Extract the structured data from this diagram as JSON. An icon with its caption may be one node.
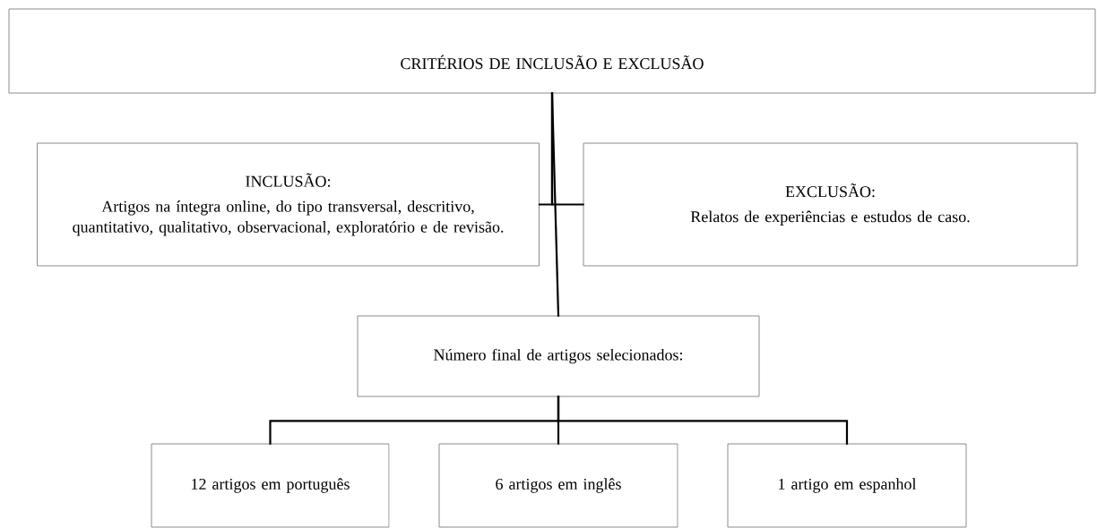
{
  "diagram": {
    "nodes": [
      {
        "text": [
          "CRITÉRIOS DE INCLUSÃO E EXCLUSÃO"
        ]
      },
      {
        "text": [
          "INCLUSÃO:",
          "Artigos na íntegra online, do tipo transversal, descritivo, quantitativo, qualitativo, observacional, exploratório e de revisão."
        ]
      },
      {
        "text": [
          "EXCLUSÃO:",
          "Relatos de experiências e estudos de caso."
        ]
      },
      {
        "text": [
          "Número final de artigos selecionados:"
        ]
      },
      {
        "text": [
          "12 artigos em português"
        ]
      },
      {
        "text": [
          "6 artigos em inglês"
        ]
      },
      {
        "text": [
          "1 artigo em espanhol"
        ]
      }
    ],
    "edges": [
      {
        "from": 0,
        "to": 1,
        "arrow": "none"
      },
      {
        "from": 0,
        "to": 2,
        "arrow": "none"
      },
      {
        "from": 0,
        "to": 3,
        "arrow": "none"
      },
      {
        "from": 3,
        "to": 4,
        "arrow": "none"
      },
      {
        "from": 3,
        "to": 5,
        "arrow": "none"
      },
      {
        "from": 3,
        "to": 6,
        "arrow": "none"
      }
    ]
  }
}
